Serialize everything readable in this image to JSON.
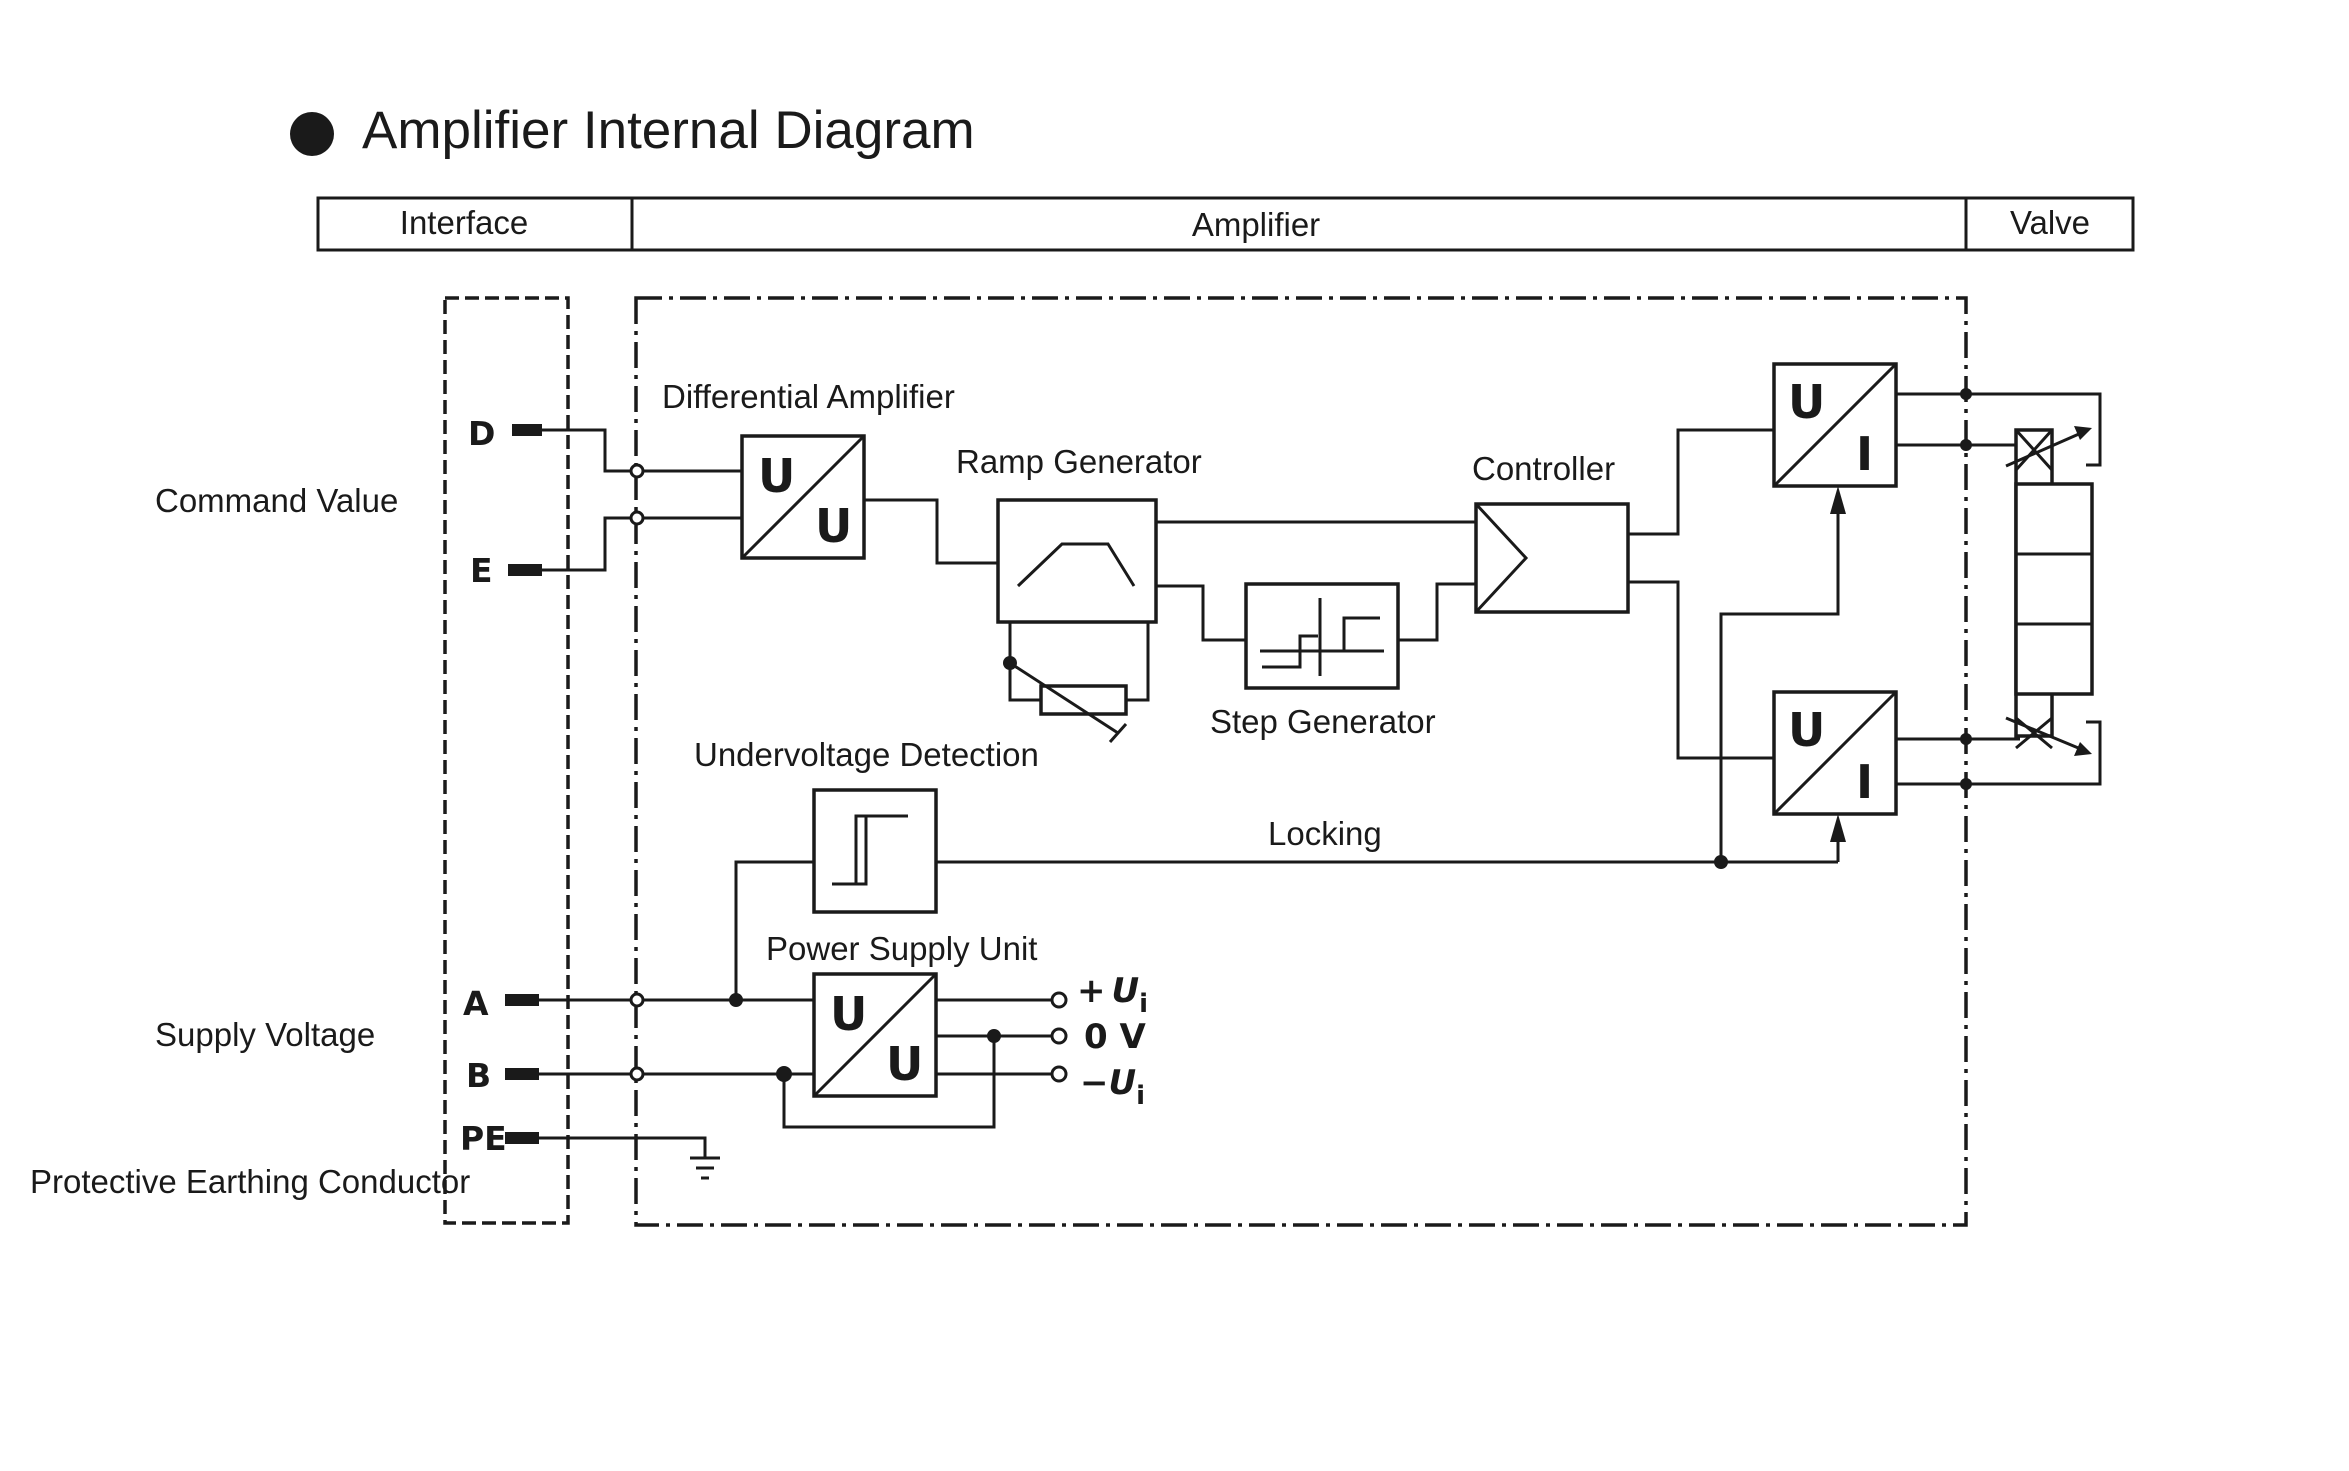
{
  "title": "Amplifier Internal Diagram",
  "header": {
    "interface": "Interface",
    "amplifier": "Amplifier",
    "valve": "Valve"
  },
  "side_labels": {
    "command_value": "Command Value",
    "supply_voltage": "Supply Voltage",
    "protective_earthing": "Protective Earthing Conductor"
  },
  "pins": {
    "d": "D",
    "e": "E",
    "a": "A",
    "b": "B",
    "pe": "PE"
  },
  "blocks": {
    "differential_amplifier": "Differential Amplifier",
    "ramp_generator": "Ramp Generator",
    "step_generator": "Step Generator",
    "controller": "Controller",
    "undervoltage_detection": "Undervoltage Detection",
    "power_supply_unit": "Power Supply Unit",
    "locking": "Locking"
  },
  "converter_letters": {
    "u": "U",
    "i": "I"
  },
  "outputs": {
    "plus_sign": "+",
    "u": "U",
    "sub": "i",
    "zero_v": "0 V",
    "minus_sign": "−"
  }
}
